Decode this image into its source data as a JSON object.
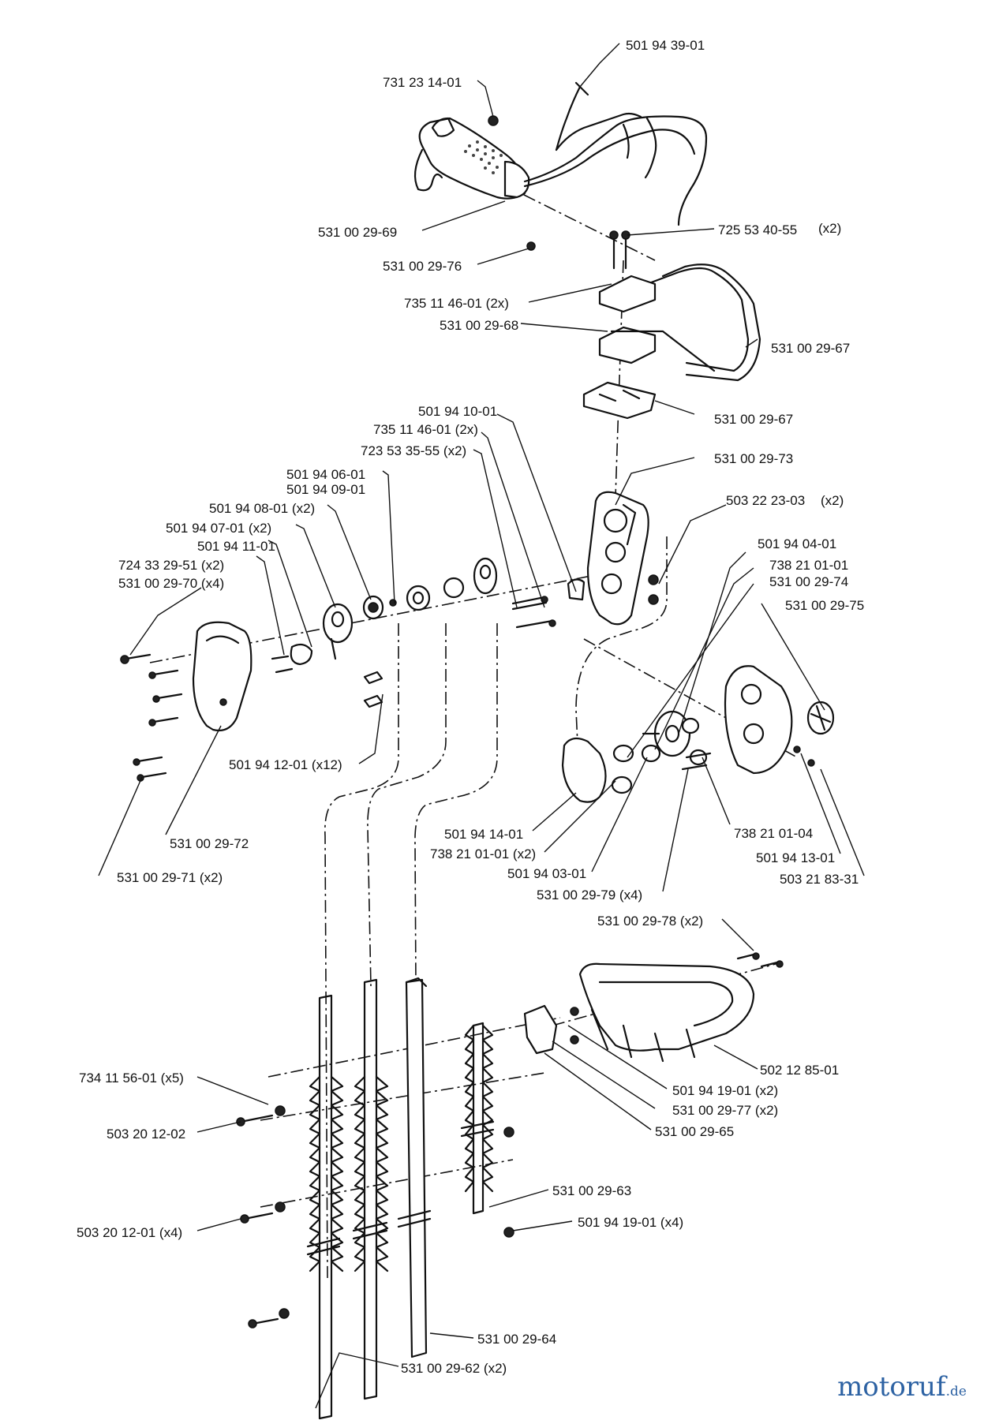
{
  "labels": {
    "l01": "501 94 39-01",
    "l02": "731 23 14-01",
    "l03": "531 00 29-69",
    "l04": "531 00 29-76",
    "l05": "725 53 40-55",
    "l05x": "(x2)",
    "l06": "735 11 46-01 (2x)",
    "l07": "531 00 29-68",
    "l08": "531 00 29-67",
    "l09": "531 00 29-67",
    "l10": "501 94 10-01",
    "l11": "735 11 46-01 (2x)",
    "l12": "723 53 35-55 (x2)",
    "l13": "531 00 29-73",
    "l14": "501 94 06-01",
    "l15": "501 94 09-01",
    "l16": "501 94 08-01 (x2)",
    "l17": "503 22 23-03",
    "l17x": "(x2)",
    "l18": "501 94 07-01 (x2)",
    "l19": "501 94 11-01",
    "l20": "724 33 29-51 (x2)",
    "l21": "531 00 29-70 (x4)",
    "l22": "501 94 04-01",
    "l23": "738 21 01-01",
    "l24": "531 00 29-74",
    "l25": "531 00 29-75",
    "l26": "501 94 12-01 (x12)",
    "l27": "531 00 29-72",
    "l28": "531 00 29-71 (x2)",
    "l29": "501 94 14-01",
    "l30": "738 21 01-01 (x2)",
    "l31": "501 94 03-01",
    "l32": "531 00 29-79 (x4)",
    "l33": "738 21 01-04",
    "l34": "501 94 13-01",
    "l35": "503 21 83-31",
    "l36": "531 00 29-78 (x2)",
    "l37": "502 12 85-01",
    "l38": "501 94 19-01 (x2)",
    "l39": "531 00 29-77 (x2)",
    "l40": "531 00 29-65",
    "l41": "734 11 56-01 (x5)",
    "l42": "503 20 12-02",
    "l43": "531 00 29-63",
    "l44": "501 94 19-01 (x4)",
    "l45": "503 20 12-01 (x4)",
    "l46": "531 00 29-64",
    "l47": "531 00 29-62 (x2)"
  },
  "watermark": {
    "main": "motoruf",
    "suffix": ".de"
  }
}
